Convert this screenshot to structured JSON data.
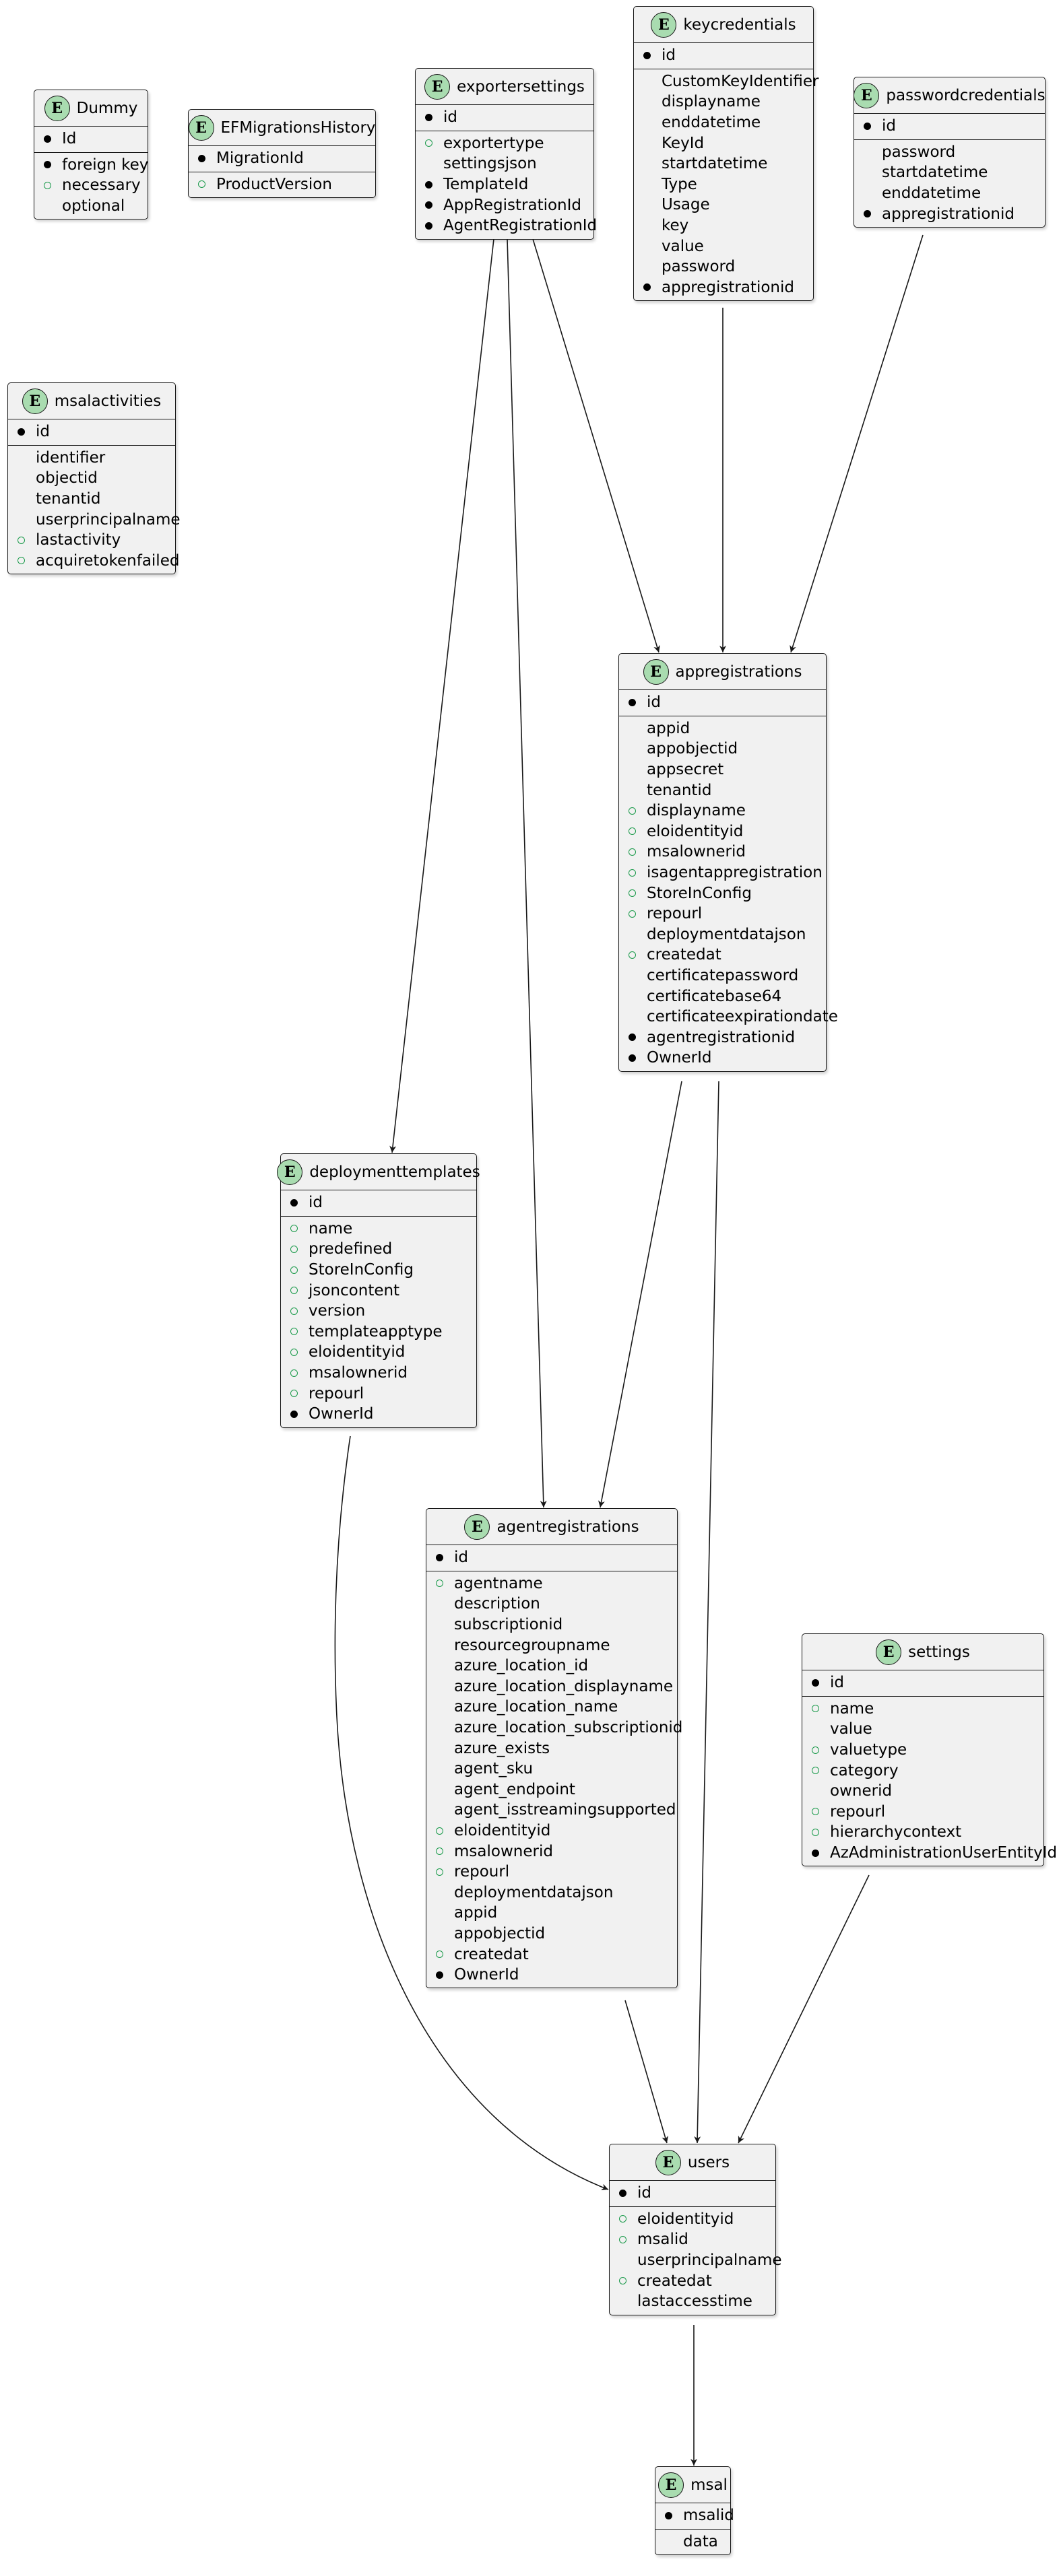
{
  "entities": {
    "dummy": {
      "title": "Dummy",
      "sections": [
        [
          {
            "name": "Id",
            "mark": "key"
          }
        ],
        [
          {
            "name": "foreign key",
            "mark": "key"
          },
          {
            "name": "necessary",
            "mark": "nn"
          },
          {
            "name": "optional",
            "mark": "none"
          }
        ]
      ]
    },
    "efmigrations": {
      "title": "EFMigrationsHistory",
      "sections": [
        [
          {
            "name": "MigrationId",
            "mark": "key"
          }
        ],
        [
          {
            "name": "ProductVersion",
            "mark": "nn"
          }
        ]
      ]
    },
    "exportersettings": {
      "title": "exportersettings",
      "sections": [
        [
          {
            "name": "id",
            "mark": "key"
          }
        ],
        [
          {
            "name": "exportertype",
            "mark": "nn"
          },
          {
            "name": "settingsjson",
            "mark": "none"
          },
          {
            "name": "TemplateId",
            "mark": "key"
          },
          {
            "name": "AppRegistrationId",
            "mark": "key"
          },
          {
            "name": "AgentRegistrationId",
            "mark": "key"
          }
        ]
      ]
    },
    "keycredentials": {
      "title": "keycredentials",
      "sections": [
        [
          {
            "name": "id",
            "mark": "key"
          }
        ],
        [
          {
            "name": "CustomKeyIdentifier",
            "mark": "none"
          },
          {
            "name": "displayname",
            "mark": "none"
          },
          {
            "name": "enddatetime",
            "mark": "none"
          },
          {
            "name": "KeyId",
            "mark": "none"
          },
          {
            "name": "startdatetime",
            "mark": "none"
          },
          {
            "name": "Type",
            "mark": "none"
          },
          {
            "name": "Usage",
            "mark": "none"
          },
          {
            "name": "key",
            "mark": "none"
          },
          {
            "name": "value",
            "mark": "none"
          },
          {
            "name": "password",
            "mark": "none"
          },
          {
            "name": "appregistrationid",
            "mark": "key"
          }
        ]
      ]
    },
    "passwordcredentials": {
      "title": "passwordcredentials",
      "sections": [
        [
          {
            "name": "id",
            "mark": "key"
          }
        ],
        [
          {
            "name": "password",
            "mark": "none"
          },
          {
            "name": "startdatetime",
            "mark": "none"
          },
          {
            "name": "enddatetime",
            "mark": "none"
          },
          {
            "name": "appregistrationid",
            "mark": "key"
          }
        ]
      ]
    },
    "msalactivities": {
      "title": "msalactivities",
      "sections": [
        [
          {
            "name": "id",
            "mark": "key"
          }
        ],
        [
          {
            "name": "identifier",
            "mark": "none"
          },
          {
            "name": "objectid",
            "mark": "none"
          },
          {
            "name": "tenantid",
            "mark": "none"
          },
          {
            "name": "userprincipalname",
            "mark": "none"
          },
          {
            "name": "lastactivity",
            "mark": "nn"
          },
          {
            "name": "acquiretokenfailed",
            "mark": "nn"
          }
        ]
      ]
    },
    "appregistrations": {
      "title": "appregistrations",
      "sections": [
        [
          {
            "name": "id",
            "mark": "key"
          }
        ],
        [
          {
            "name": "appid",
            "mark": "none"
          },
          {
            "name": "appobjectid",
            "mark": "none"
          },
          {
            "name": "appsecret",
            "mark": "none"
          },
          {
            "name": "tenantid",
            "mark": "none"
          },
          {
            "name": "displayname",
            "mark": "nn"
          },
          {
            "name": "eloidentityid",
            "mark": "nn"
          },
          {
            "name": "msalownerid",
            "mark": "nn"
          },
          {
            "name": "isagentappregistration",
            "mark": "nn"
          },
          {
            "name": "StoreInConfig",
            "mark": "nn"
          },
          {
            "name": "repourl",
            "mark": "nn"
          },
          {
            "name": "deploymentdatajson",
            "mark": "none"
          },
          {
            "name": "createdat",
            "mark": "nn"
          },
          {
            "name": "certificatepassword",
            "mark": "none"
          },
          {
            "name": "certificatebase64",
            "mark": "none"
          },
          {
            "name": "certificateexpirationdate",
            "mark": "none"
          },
          {
            "name": "agentregistrationid",
            "mark": "key"
          },
          {
            "name": "OwnerId",
            "mark": "key"
          }
        ]
      ]
    },
    "deploymenttemplates": {
      "title": "deploymenttemplates",
      "sections": [
        [
          {
            "name": "id",
            "mark": "key"
          }
        ],
        [
          {
            "name": "name",
            "mark": "nn"
          },
          {
            "name": "predefined",
            "mark": "nn"
          },
          {
            "name": "StoreInConfig",
            "mark": "nn"
          },
          {
            "name": "jsoncontent",
            "mark": "nn"
          },
          {
            "name": "version",
            "mark": "nn"
          },
          {
            "name": "templateapptype",
            "mark": "nn"
          },
          {
            "name": "eloidentityid",
            "mark": "nn"
          },
          {
            "name": "msalownerid",
            "mark": "nn"
          },
          {
            "name": "repourl",
            "mark": "nn"
          },
          {
            "name": "OwnerId",
            "mark": "key"
          }
        ]
      ]
    },
    "agentregistrations": {
      "title": "agentregistrations",
      "sections": [
        [
          {
            "name": "id",
            "mark": "key"
          }
        ],
        [
          {
            "name": "agentname",
            "mark": "nn"
          },
          {
            "name": "description",
            "mark": "none"
          },
          {
            "name": "subscriptionid",
            "mark": "none"
          },
          {
            "name": "resourcegroupname",
            "mark": "none"
          },
          {
            "name": "azure_location_id",
            "mark": "none"
          },
          {
            "name": "azure_location_displayname",
            "mark": "none"
          },
          {
            "name": "azure_location_name",
            "mark": "none"
          },
          {
            "name": "azure_location_subscriptionid",
            "mark": "none"
          },
          {
            "name": "azure_exists",
            "mark": "none"
          },
          {
            "name": "agent_sku",
            "mark": "none"
          },
          {
            "name": "agent_endpoint",
            "mark": "none"
          },
          {
            "name": "agent_isstreamingsupported",
            "mark": "none"
          },
          {
            "name": "eloidentityid",
            "mark": "nn"
          },
          {
            "name": "msalownerid",
            "mark": "nn"
          },
          {
            "name": "repourl",
            "mark": "nn"
          },
          {
            "name": "deploymentdatajson",
            "mark": "none"
          },
          {
            "name": "appid",
            "mark": "none"
          },
          {
            "name": "appobjectid",
            "mark": "none"
          },
          {
            "name": "createdat",
            "mark": "nn"
          },
          {
            "name": "OwnerId",
            "mark": "key"
          }
        ]
      ]
    },
    "settings": {
      "title": "settings",
      "sections": [
        [
          {
            "name": "id",
            "mark": "key"
          }
        ],
        [
          {
            "name": "name",
            "mark": "nn"
          },
          {
            "name": "value",
            "mark": "none"
          },
          {
            "name": "valuetype",
            "mark": "nn"
          },
          {
            "name": "category",
            "mark": "nn"
          },
          {
            "name": "ownerid",
            "mark": "none"
          },
          {
            "name": "repourl",
            "mark": "nn"
          },
          {
            "name": "hierarchycontext",
            "mark": "nn"
          },
          {
            "name": "AzAdministrationUserEntityId",
            "mark": "key"
          }
        ]
      ]
    },
    "users": {
      "title": "users",
      "sections": [
        [
          {
            "name": "id",
            "mark": "key"
          }
        ],
        [
          {
            "name": "eloidentityid",
            "mark": "nn"
          },
          {
            "name": "msalid",
            "mark": "nn"
          },
          {
            "name": "userprincipalname",
            "mark": "none"
          },
          {
            "name": "createdat",
            "mark": "nn"
          },
          {
            "name": "lastaccesstime",
            "mark": "none"
          }
        ]
      ]
    },
    "msal": {
      "title": "msal",
      "sections": [
        [
          {
            "name": "msalid",
            "mark": "key"
          }
        ],
        [
          {
            "name": "data",
            "mark": "none"
          }
        ]
      ]
    }
  },
  "relationships": [
    {
      "from": "exportersettings",
      "to": "deploymenttemplates"
    },
    {
      "from": "exportersettings",
      "to": "agentregistrations"
    },
    {
      "from": "exportersettings",
      "to": "appregistrations"
    },
    {
      "from": "keycredentials",
      "to": "appregistrations"
    },
    {
      "from": "passwordcredentials",
      "to": "appregistrations"
    },
    {
      "from": "appregistrations",
      "to": "agentregistrations"
    },
    {
      "from": "appregistrations",
      "to": "users"
    },
    {
      "from": "deploymenttemplates",
      "to": "users"
    },
    {
      "from": "agentregistrations",
      "to": "users"
    },
    {
      "from": "settings",
      "to": "users"
    },
    {
      "from": "users",
      "to": "msal"
    }
  ],
  "colors": {
    "badge": "#a9dcb0",
    "box": "#f1f1f1",
    "border": "#181818",
    "notnull": "#1a9a4a"
  }
}
